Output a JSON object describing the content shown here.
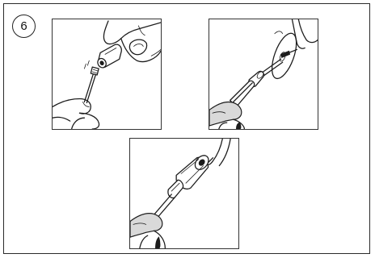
{
  "step": {
    "number": "6"
  },
  "panels": [
    {
      "id": "panel-1",
      "illustration": "mounting-mandrel-into-tip"
    },
    {
      "id": "panel-2",
      "illustration": "disc-on-mandrel-in-handpiece"
    },
    {
      "id": "panel-3",
      "illustration": "attachment-on-handpiece"
    }
  ],
  "colors": {
    "line": "#1c1c1c",
    "background": "#ffffff",
    "frame": "#2a2a2a"
  }
}
